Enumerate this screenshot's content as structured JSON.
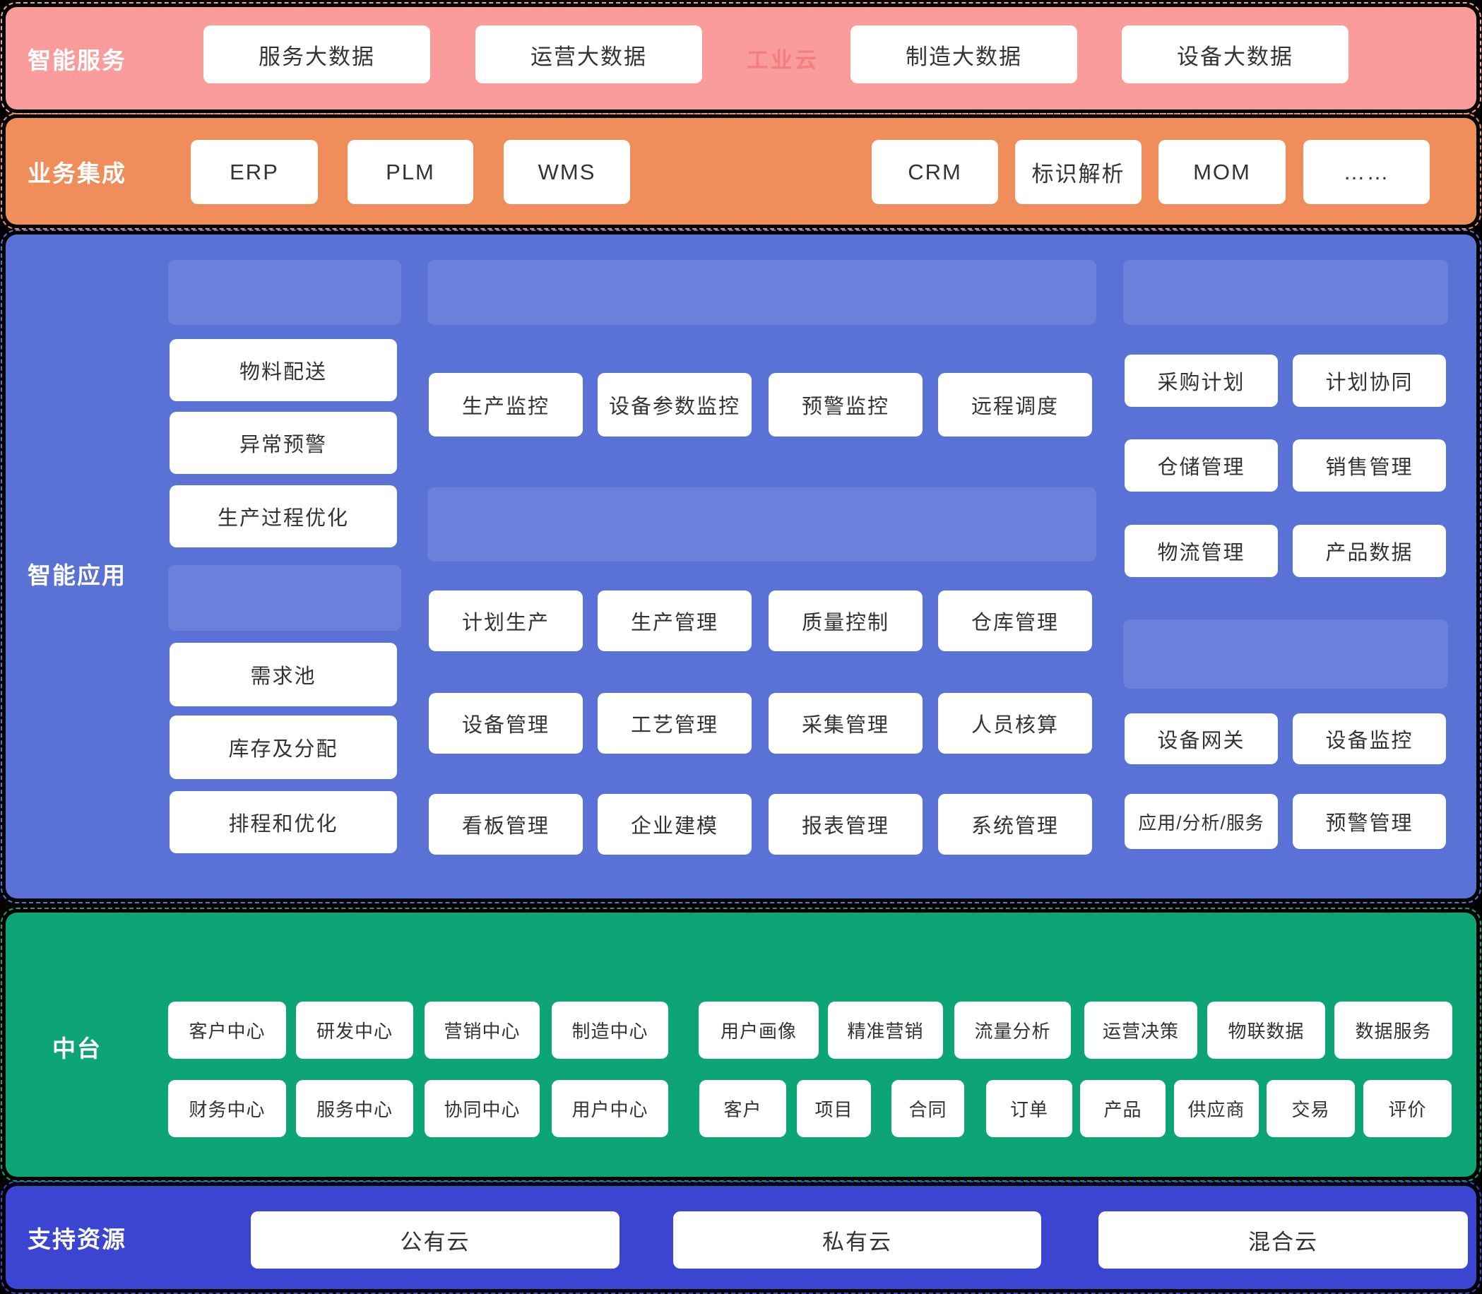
{
  "colors": {
    "background": "#000000",
    "services_band": "#FA9C9C",
    "services_watermark_text": "#F28080",
    "integration_band": "#EF8D5B",
    "apps_band": "#5A72D6",
    "apps_group_strip": "rgba(255,255,255,0.10)",
    "midplatform_band": "#0DA576",
    "resources_band": "#3B45D1",
    "box_bg": "#FFFFFF",
    "box_text": "#333333"
  },
  "bands": {
    "services": {
      "label": "智能服务",
      "watermark": "工业云",
      "boxes": [
        "服务大数据",
        "运营大数据",
        "制造大数据",
        "设备大数据"
      ]
    },
    "integration": {
      "label": "业务集成",
      "boxes": [
        "ERP",
        "PLM",
        "WMS",
        "CRM",
        "标识解析",
        "MOM",
        "……"
      ]
    },
    "apps": {
      "label": "智能应用",
      "left_top": [
        "物料配送",
        "异常预警",
        "生产过程优化"
      ],
      "left_bottom": [
        "需求池",
        "库存及分配",
        "排程和优化"
      ],
      "mid_rows": [
        [
          "生产监控",
          "设备参数监控",
          "预警监控",
          "远程调度"
        ],
        [
          "计划生产",
          "生产管理",
          "质量控制",
          "仓库管理"
        ],
        [
          "设备管理",
          "工艺管理",
          "采集管理",
          "人员核算"
        ],
        [
          "看板管理",
          "企业建模",
          "报表管理",
          "系统管理"
        ]
      ],
      "right_rows": [
        [
          "采购计划",
          "计划协同"
        ],
        [
          "仓储管理",
          "销售管理"
        ],
        [
          "物流管理",
          "产品数据"
        ],
        [
          "设备网关",
          "设备监控"
        ],
        [
          "应用/分析/服务",
          "预警管理"
        ]
      ]
    },
    "midplatform": {
      "label": "中台",
      "row1": [
        "客户中心",
        "研发中心",
        "营销中心",
        "制造中心",
        "用户画像",
        "精准营销",
        "流量分析",
        "运营决策",
        "物联数据",
        "数据服务"
      ],
      "row2": [
        "财务中心",
        "服务中心",
        "协同中心",
        "用户中心",
        "客户",
        "项目",
        "合同",
        "订单",
        "产品",
        "供应商",
        "交易",
        "评价"
      ]
    },
    "resources": {
      "label": "支持资源",
      "boxes": [
        "公有云",
        "私有云",
        "混合云"
      ]
    }
  }
}
